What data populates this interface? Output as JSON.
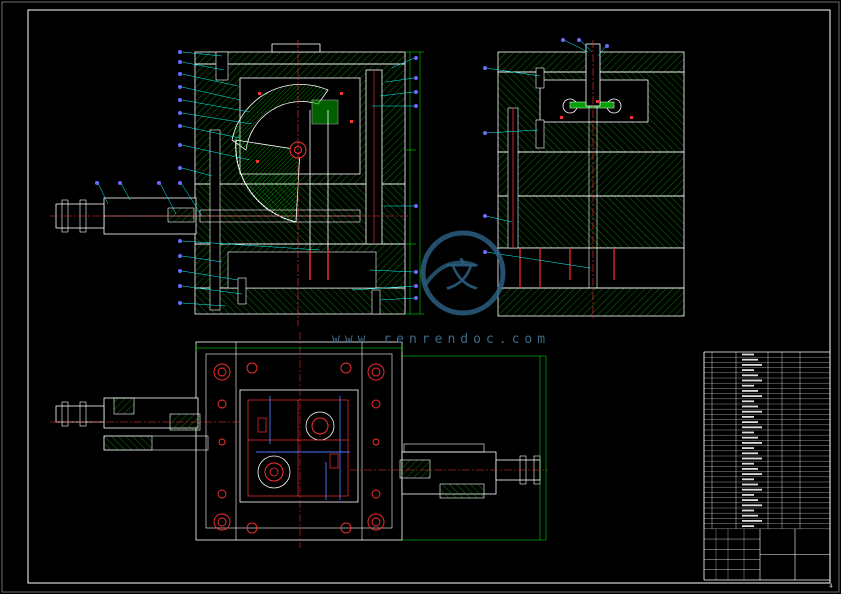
{
  "watermark": {
    "url_text": "www.renrendoc.com",
    "logo_char": "文"
  },
  "page_number": "4",
  "colors": {
    "background": "#000000",
    "outline": "#ffffff",
    "hatch": "#00a000",
    "centerline": "#ff2020",
    "dimension": "#00ff00",
    "leader": "#00ffff",
    "balloon": "#6a6aff",
    "watermark": "#2a5e80"
  },
  "views": [
    {
      "name": "front-section-view"
    },
    {
      "name": "side-section-view"
    },
    {
      "name": "top-plan-view"
    }
  ],
  "parts_list_rows": 34,
  "title_block": {
    "rows": 5
  }
}
